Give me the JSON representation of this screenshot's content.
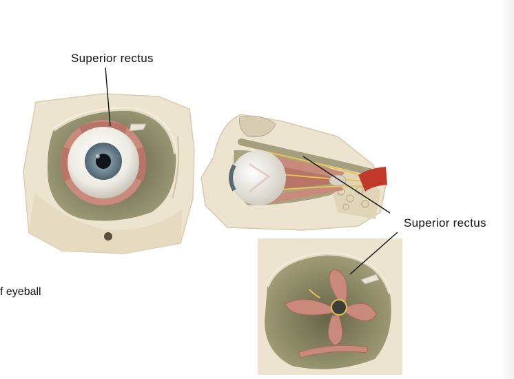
{
  "labels": {
    "top_left": "Superior  rectus",
    "right": "Superior  rectus"
  },
  "fragment_text": "f eyeball",
  "colors": {
    "bone": "#ede4cf",
    "socket": "#8c8a66",
    "muscle": "#c98a7c",
    "sclera": "#f4f1ea",
    "iris": "#6f8593",
    "nerve": "#e6c257",
    "artery": "#c0392b"
  }
}
